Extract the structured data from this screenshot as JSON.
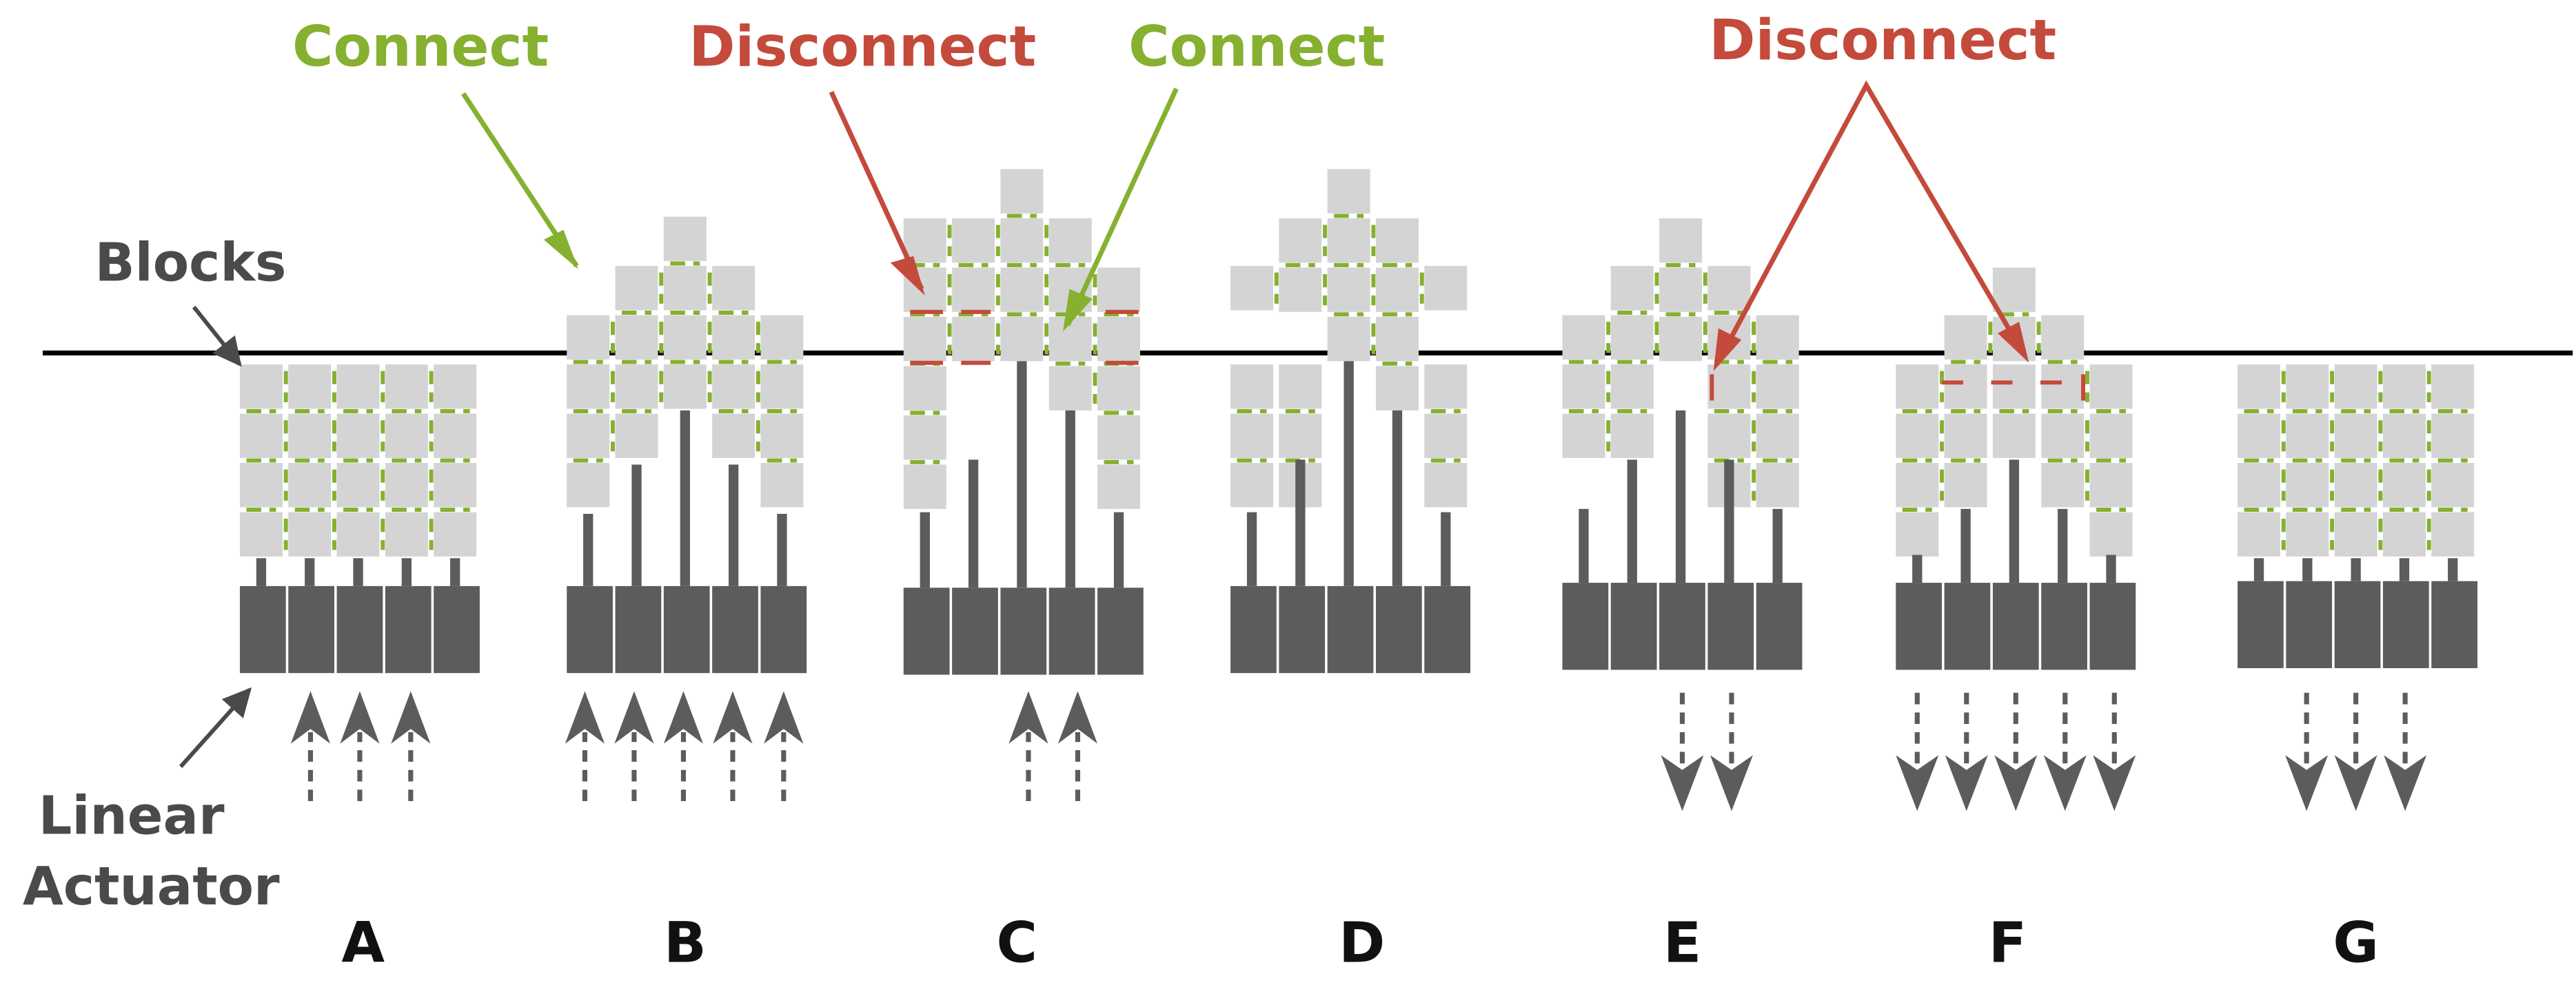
{
  "labels": {
    "connect_left": "Connect",
    "disconnect_left": "Disconnect",
    "connect_right": "Connect",
    "disconnect_right": "Disconnect",
    "blocks": "Blocks",
    "linear_actuator_line1": "Linear",
    "linear_actuator_line2": "Actuator"
  },
  "stages": [
    "A",
    "B",
    "C",
    "D",
    "E",
    "F",
    "G"
  ],
  "colors": {
    "block": "#d4d4d4",
    "actuator": "#5c5c5c",
    "connect": "#86b030",
    "disconnect": "#c44a3b",
    "label_dark": "#4a4a4a",
    "baseline": "#000000"
  }
}
